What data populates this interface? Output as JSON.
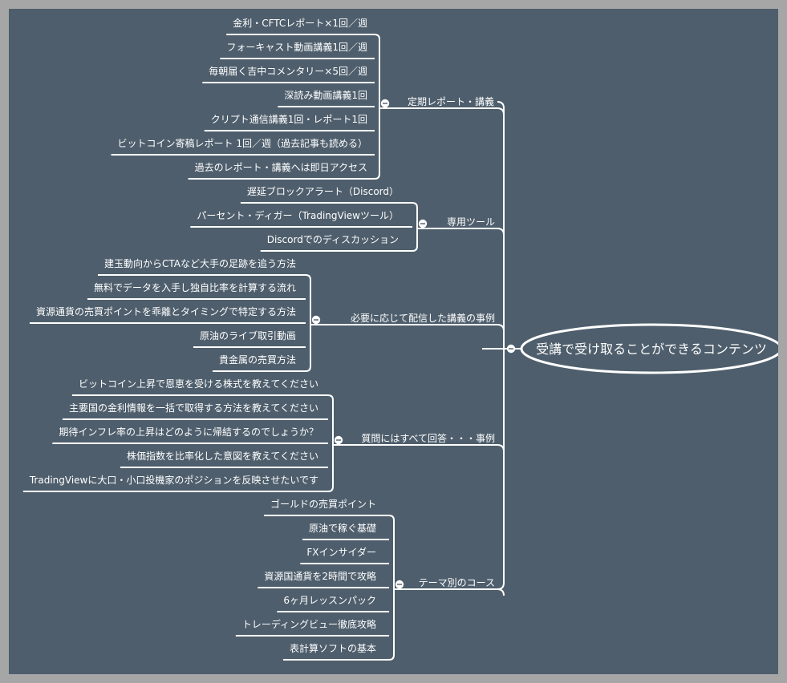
{
  "center": {
    "label": "受講で受け取ることができるコンテンツ"
  },
  "branches": [
    {
      "label": "定期レポート・講義",
      "items": [
        "金利・CFTCレポート×1回／週",
        "フォーキャスト動画講義1回／週",
        "毎朝届く吉中コメンタリー×5回／週",
        "深読み動画講義1回",
        "クリプト通信講義1回・レポート1回",
        "ビットコイン寄稿レポート 1回／週（過去記事も読める）",
        "過去のレポート・講義へは即日アクセス"
      ]
    },
    {
      "label": "専用ツール",
      "items": [
        "遅延ブロックアラート（Discord）",
        "パーセント・ディガー（TradingViewツール）",
        "Discordでのディスカッション"
      ]
    },
    {
      "label": "必要に応じて配信した講義の事例",
      "items": [
        "建玉動向からCTAなど大手の足跡を追う方法",
        "無料でデータを入手し独自比率を計算する流れ",
        "資源通貨の売買ポイントを乖離とタイミングで特定する方法",
        "原油のライブ取引動画",
        "貴金属の売買方法"
      ]
    },
    {
      "label": "質問にはすべて回答・・・事例",
      "items": [
        "ビットコイン上昇で恩恵を受ける株式を教えてください",
        "主要国の金利情報を一括で取得する方法を教えてください",
        "期待インフレ率の上昇はどのように帰結するのでしょうか？",
        "株価指数を比率化した意図を教えてください",
        "TradingViewに大口・小口投機家のポジションを反映させたいです"
      ]
    },
    {
      "label": "テーマ別のコース",
      "items": [
        "ゴールドの売買ポイント",
        "原油で稼ぐ基礎",
        "FXインサイダー",
        "資源国通貨を2時間で攻略",
        "6ヶ月レッスンパック",
        "トレーディングビュー徹底攻略",
        "表計算ソフトの基本"
      ]
    }
  ]
}
